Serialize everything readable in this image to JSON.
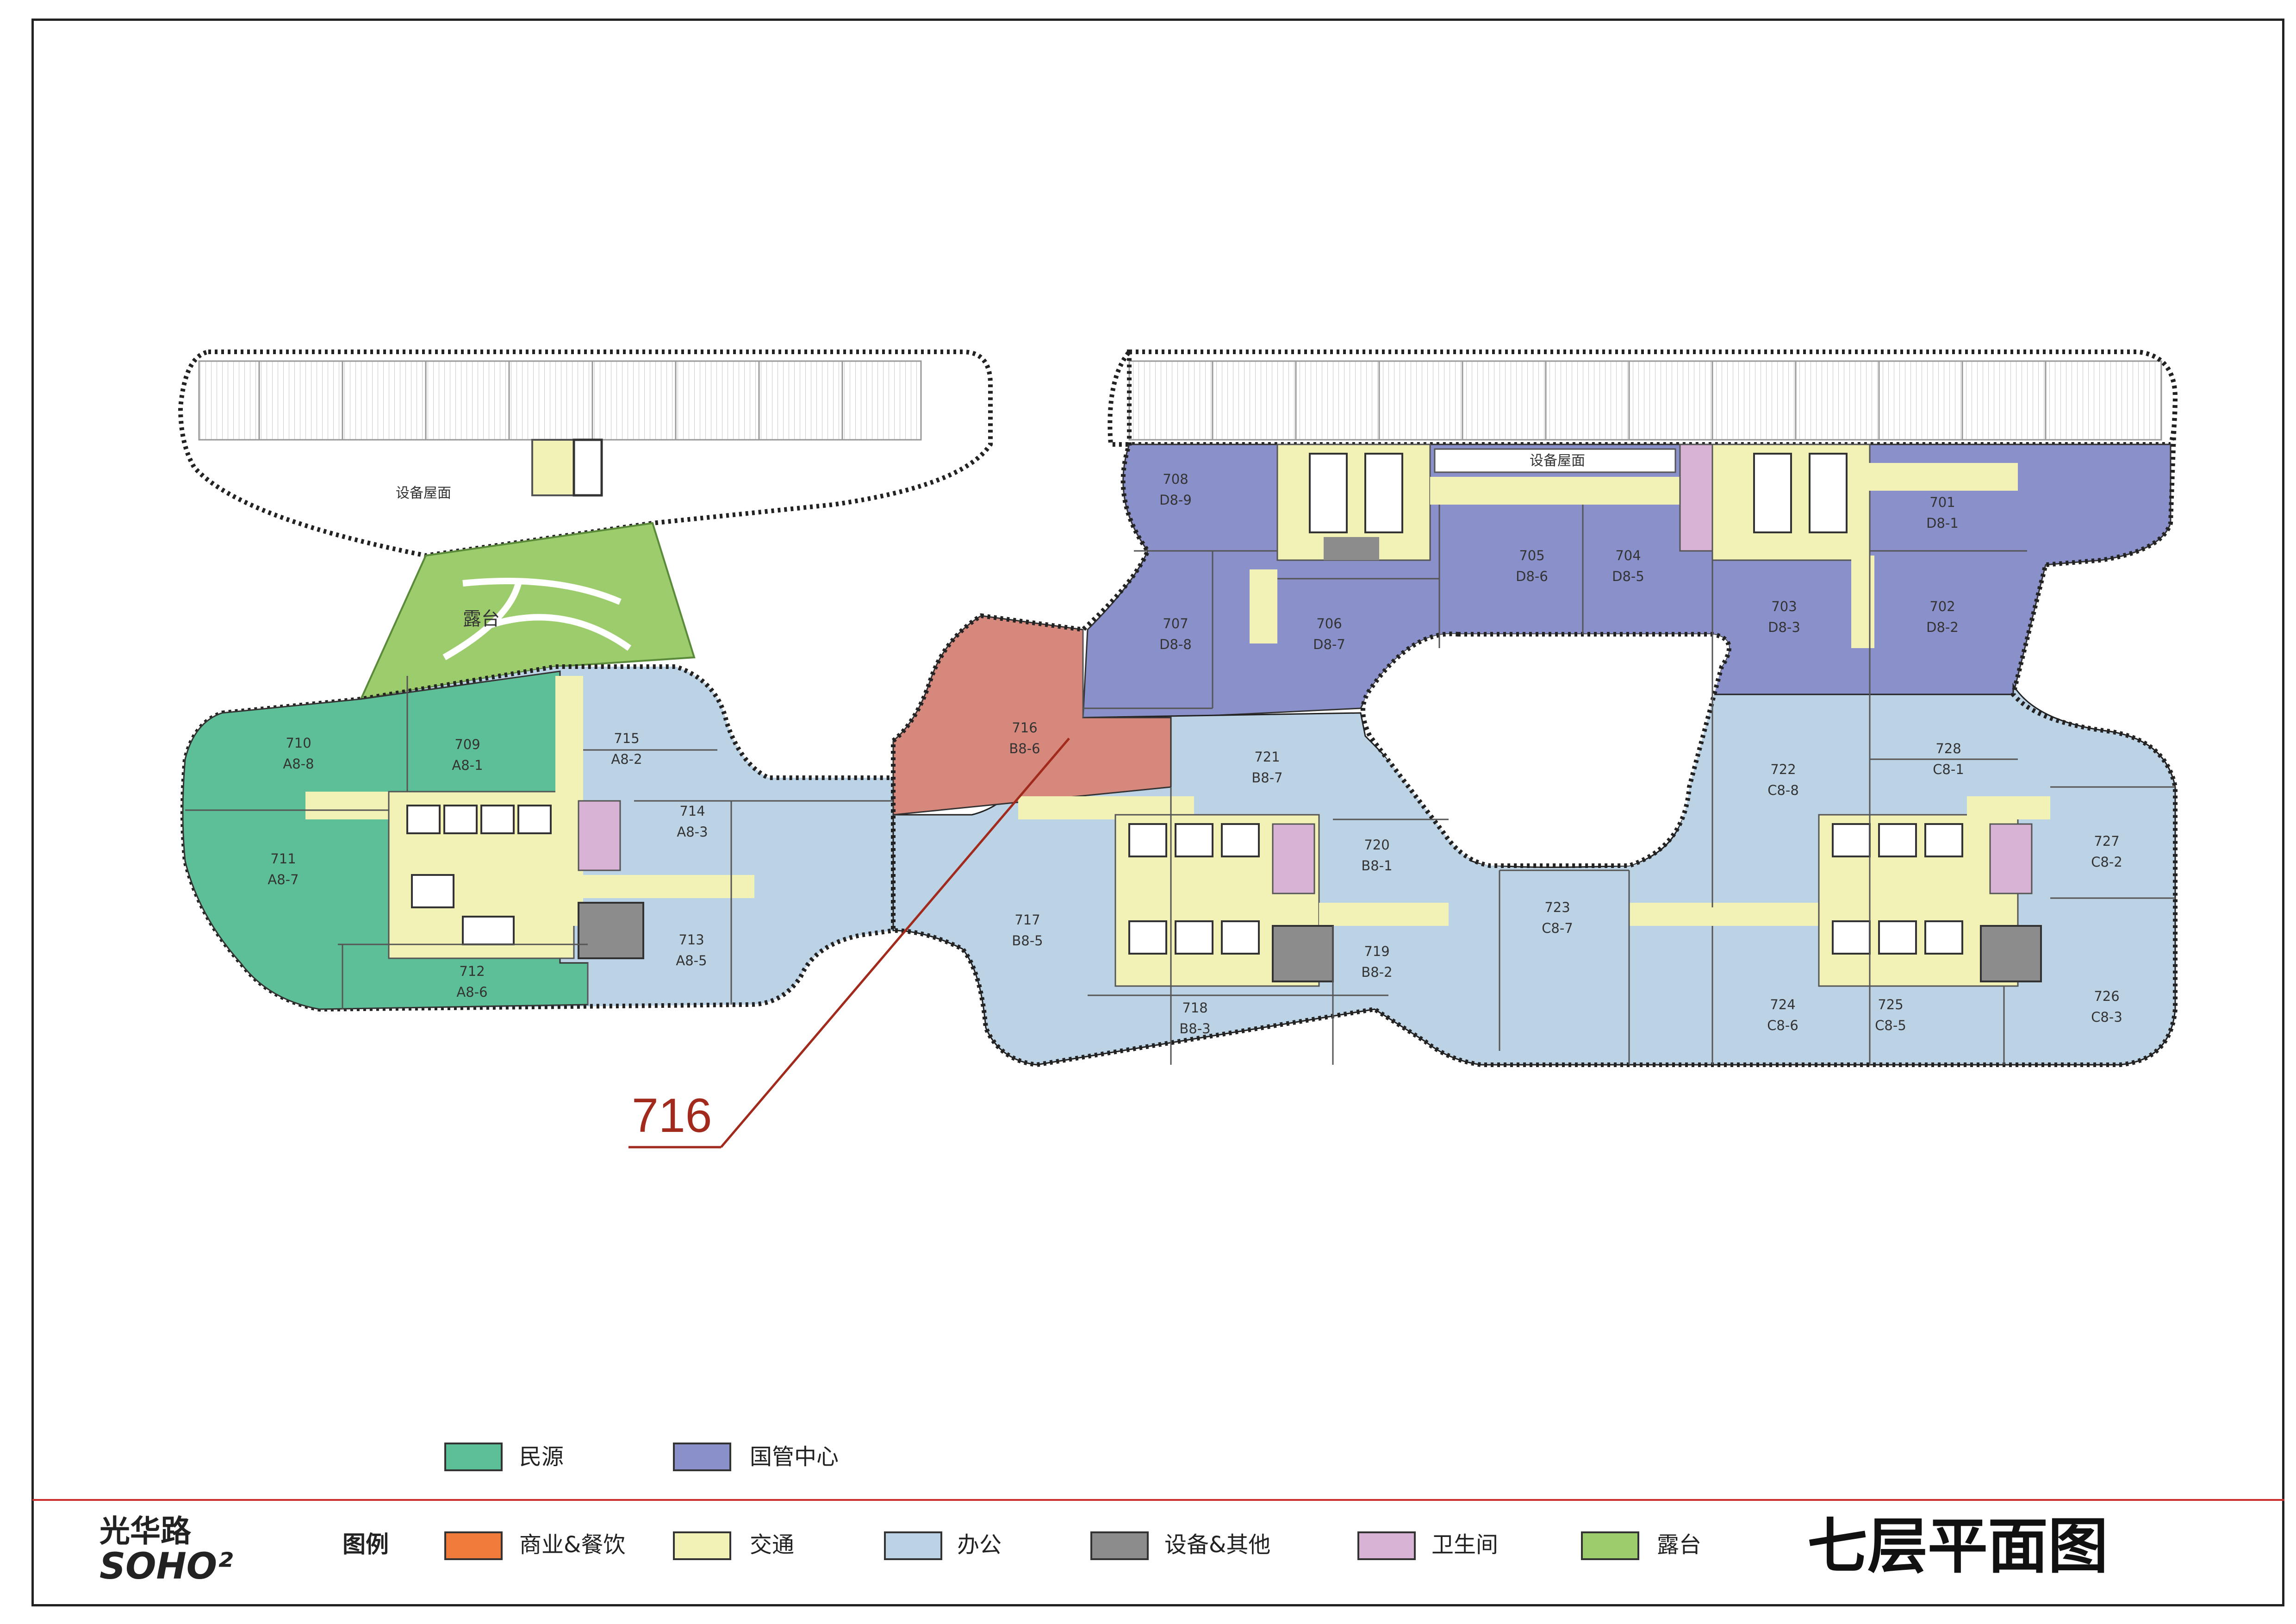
{
  "title": "七层平面图",
  "callout": "716",
  "logo": {
    "name": "光华路",
    "sub": "SOHO²"
  },
  "legend": {
    "title": "图例",
    "tenants": [
      {
        "label": "民源",
        "color": "#5dbf97"
      },
      {
        "label": "国管中心",
        "color": "#8a90c9"
      }
    ],
    "items": [
      {
        "label": "商业&餐饮",
        "color": "#f07a3a"
      },
      {
        "label": "交通",
        "color": "#f3f2b6"
      },
      {
        "label": "办公",
        "color": "#bcd3e6"
      },
      {
        "label": "设备&其他",
        "color": "#8c8c8c"
      },
      {
        "label": "卫生间",
        "color": "#d8b3d6"
      },
      {
        "label": "露台",
        "color": "#9ccc6c"
      }
    ]
  },
  "zones": {
    "equipment_roof": "设备屋面",
    "terrace": "露台"
  },
  "highlight_color": "#d7887d",
  "rooms": [
    {
      "no": "701",
      "code": "D8-1"
    },
    {
      "no": "702",
      "code": "D8-2"
    },
    {
      "no": "703",
      "code": "D8-3"
    },
    {
      "no": "704",
      "code": "D8-5"
    },
    {
      "no": "705",
      "code": "D8-6"
    },
    {
      "no": "706",
      "code": "D8-7"
    },
    {
      "no": "707",
      "code": "D8-8"
    },
    {
      "no": "708",
      "code": "D8-9"
    },
    {
      "no": "709",
      "code": "A8-1"
    },
    {
      "no": "710",
      "code": "A8-8"
    },
    {
      "no": "711",
      "code": "A8-7"
    },
    {
      "no": "712",
      "code": "A8-6"
    },
    {
      "no": "713",
      "code": "A8-5"
    },
    {
      "no": "714",
      "code": "A8-3"
    },
    {
      "no": "715",
      "code": "A8-2"
    },
    {
      "no": "716",
      "code": "B8-6"
    },
    {
      "no": "717",
      "code": "B8-5"
    },
    {
      "no": "718",
      "code": "B8-3"
    },
    {
      "no": "719",
      "code": "B8-2"
    },
    {
      "no": "720",
      "code": "B8-1"
    },
    {
      "no": "721",
      "code": "B8-7"
    },
    {
      "no": "722",
      "code": "C8-8"
    },
    {
      "no": "723",
      "code": "C8-7"
    },
    {
      "no": "724",
      "code": "C8-6"
    },
    {
      "no": "725",
      "code": "C8-5"
    },
    {
      "no": "726",
      "code": "C8-3"
    },
    {
      "no": "727",
      "code": "C8-2"
    },
    {
      "no": "728",
      "code": "C8-1"
    }
  ]
}
